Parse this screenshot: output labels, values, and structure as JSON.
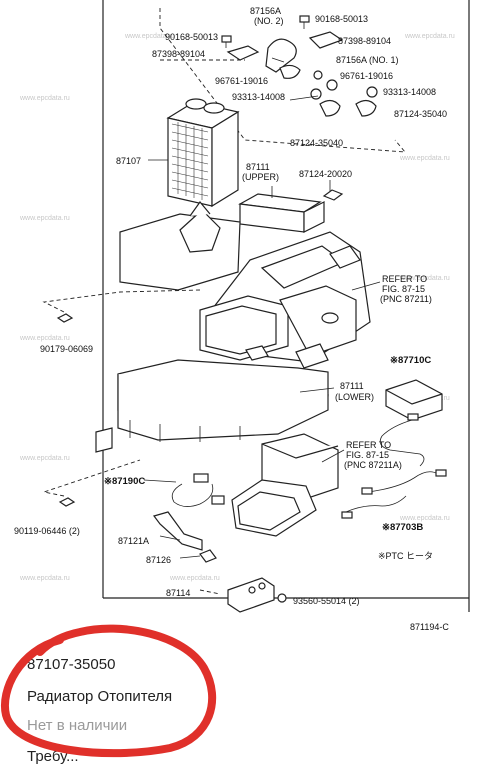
{
  "diagram": {
    "labels": {
      "p87156A_2_a": "87156A",
      "p87156A_2_b": "(NO. 2)",
      "p90168_a": "90168-50013",
      "p90168_b": "90168-50013",
      "p87398_a": "87398-89104",
      "p87398_b": "87398-89104",
      "p87156A_1": "87156A (NO. 1)",
      "p96761_a": "96761-19016",
      "p96761_b": "96761-19016",
      "p93313_a": "93313-14008",
      "p93313_b": "93313-14008",
      "p87124_35040_a": "87124-35040",
      "p87124_35040_b": "87124-35040",
      "p87107": "87107",
      "p87111_upper_a": "87111",
      "p87111_upper_b": "(UPPER)",
      "p87124_20020": "87124-20020",
      "refer1_a": "REFER TO",
      "refer1_b": "FIG. 87-15",
      "refer1_c": "(PNC 87211)",
      "p90179": "90179-06069",
      "p87710C": "※87710C",
      "p87111_lower_a": "87111",
      "p87111_lower_b": "(LOWER)",
      "refer2_a": "REFER TO",
      "refer2_b": "FIG. 87-15",
      "refer2_c": "(PNC 87211A)",
      "p87190C": "※87190C",
      "p90119": "90119-06446 (2)",
      "p87703B": "※87703B",
      "p87121A": "87121A",
      "ptc_note": "※PTC ヒータ",
      "p87126": "87126",
      "p87114": "87114",
      "p93560": "93560-55014 (2)",
      "fig_code": "871194-C"
    },
    "watermark": "www.epcdata.ru"
  },
  "product": {
    "part_number": "87107-35050",
    "name": "Радиатор Отопителя",
    "availability": "Нет в наличии",
    "extra": "Требу..."
  },
  "colors": {
    "highlight_circle": "#e0302a",
    "availability_text": "#9a9a9a"
  }
}
